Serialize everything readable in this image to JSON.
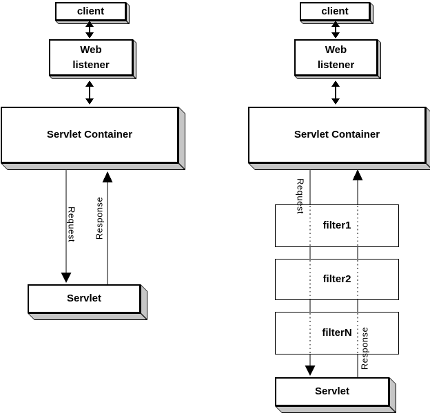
{
  "colors": {
    "line": "#000000",
    "box_fill": "#ffffff",
    "box_shadow": "#c6c6c6",
    "background": "#ffffff"
  },
  "left_flow": {
    "client_label": "client",
    "web_listener_line1": "Web",
    "web_listener_line2": "listener",
    "container_label": "Servlet Container",
    "request_label": "Request",
    "response_label": "Response",
    "servlet_label": "Servlet"
  },
  "right_flow": {
    "client_label": "client",
    "web_listener_line1": "Web",
    "web_listener_line2": "listener",
    "container_label": "Servlet Container",
    "request_label": "Request",
    "response_label": "Response",
    "filters": [
      "filter1",
      "filter2",
      "filterN"
    ],
    "servlet_label": "Servlet"
  }
}
